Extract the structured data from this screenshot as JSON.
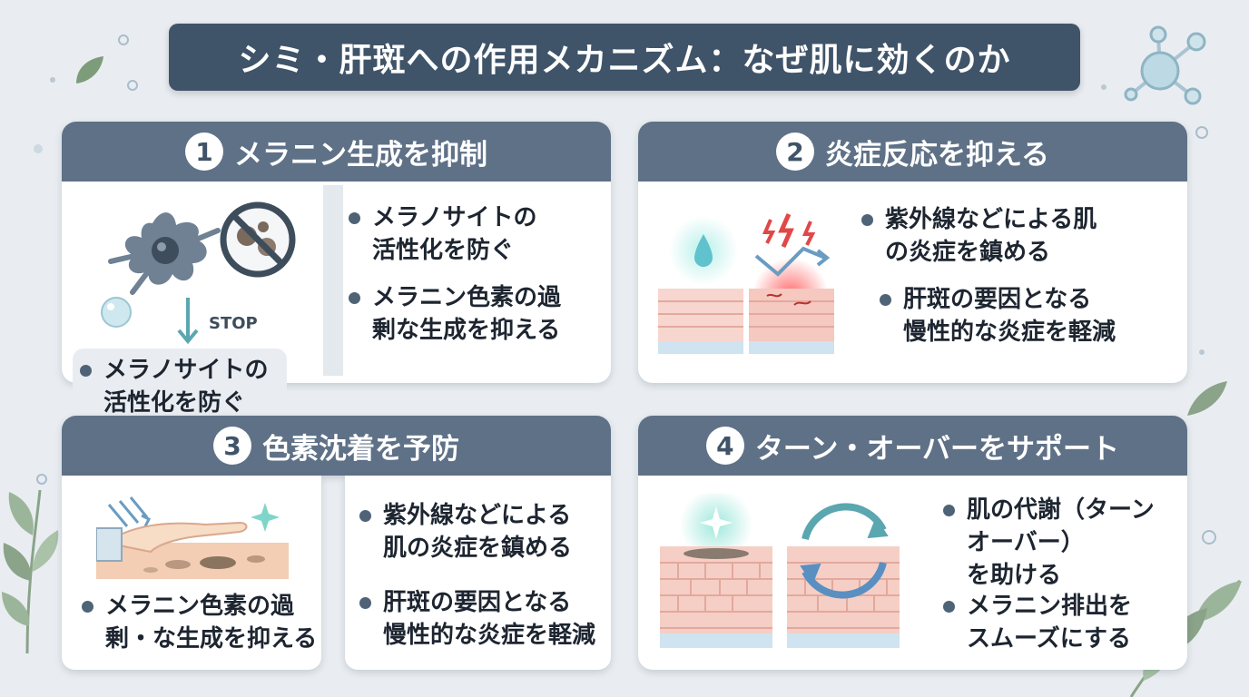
{
  "title": "シミ・肝斑への作用メカニズム：なぜ肌に効くのか",
  "cards": [
    {
      "number": "1",
      "heading": "メラニン生成を抑制",
      "stop_label": "STOP",
      "bullets": [
        {
          "lines": [
            "メラノサイトの",
            "活性化を防ぐ"
          ]
        },
        {
          "lines": [
            "メラニン色素の過",
            "剰な生成を抑える"
          ]
        }
      ],
      "callout": {
        "lines": [
          "メラノサイトの",
          "活性化を防ぐ"
        ]
      }
    },
    {
      "number": "2",
      "heading": "炎症反応を抑える",
      "bullets": [
        {
          "lines": [
            "紫外線などによる肌",
            "の炎症を鎮める"
          ]
        },
        {
          "lines": [
            "肝斑の要因となる",
            "慢性的な炎症を軽減"
          ]
        }
      ]
    },
    {
      "number": "3",
      "heading": "色素沈着を予防",
      "bullets": [
        {
          "lines": [
            "メラニン色素の過",
            "剰・な生成を抑える"
          ]
        },
        {
          "lines": [
            "紫外線などによる",
            "肌の炎症を鎮める"
          ]
        },
        {
          "lines": [
            "肝斑の要因となる",
            "慢性的な炎症を軽減"
          ]
        }
      ]
    },
    {
      "number": "4",
      "heading": "ターン・オーバーをサポート",
      "bullets": [
        {
          "lines": [
            "肌の代謝（ターン",
            "オーバー）",
            "を助ける"
          ]
        },
        {
          "lines": [
            "メラニン排出を",
            "スムーズにする"
          ]
        }
      ]
    }
  ],
  "colors": {
    "background": "#e9edf1",
    "title_bar": "#3f5469",
    "card_header": "#5f7187",
    "bullet_dot": "#4f6377"
  },
  "icons": [
    "melanocyte-icon",
    "prohibit-icon",
    "stop-arrow-icon",
    "water-drop-icon",
    "lightning-icon",
    "skin-layer-icon",
    "hand-icon",
    "sparkle-icon",
    "cycle-arrows-icon",
    "molecule-icon",
    "leaf-icon"
  ]
}
